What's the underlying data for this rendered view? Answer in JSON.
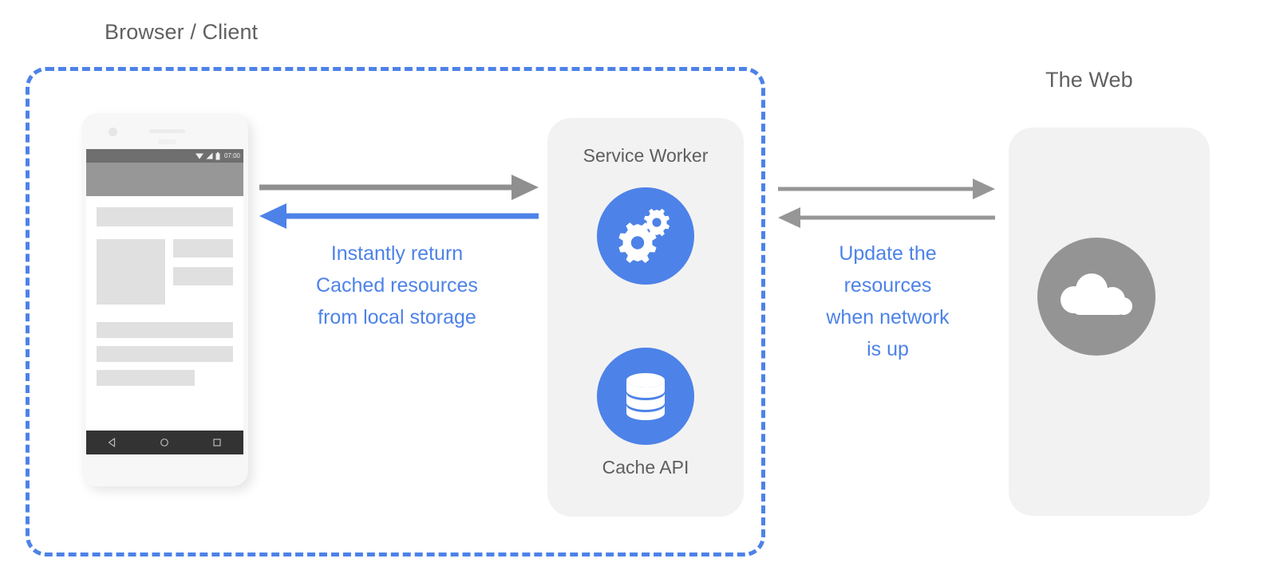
{
  "labels": {
    "browser_client": "Browser / Client",
    "the_web": "The Web"
  },
  "phone": {
    "status_time": "07:00",
    "status_icons": [
      "wifi-icon",
      "signal-icon",
      "battery-icon"
    ],
    "nav_icons": [
      "back-icon",
      "home-icon",
      "recents-icon"
    ]
  },
  "service_worker": {
    "title": "Service Worker",
    "icon": "gears-icon",
    "icon_color": "#4d82e8"
  },
  "cache": {
    "title": "Cache API",
    "icon": "database-icon",
    "icon_color": "#4d82e8"
  },
  "web": {
    "icon": "cloud-icon",
    "icon_color": "#949494"
  },
  "annotations": {
    "left": {
      "line1": "Instantly return",
      "line2": "Cached resources",
      "line3": "from local storage",
      "color": "#4d82e8"
    },
    "right": {
      "line1": "Update the",
      "line2": "resources",
      "line3": "when network",
      "line4": "is up",
      "color": "#4d82e8"
    }
  },
  "arrows": {
    "request": {
      "name": "request-arrow",
      "direction": "right",
      "color": "#8f8f8f"
    },
    "response": {
      "name": "cached-response-arrow",
      "direction": "left",
      "color": "#4d82e8"
    },
    "network_out": {
      "name": "network-request-arrow",
      "direction": "right",
      "color": "#969696"
    },
    "network_in": {
      "name": "network-response-arrow",
      "direction": "left",
      "color": "#969696"
    },
    "sync": {
      "name": "cache-sync-arrow",
      "direction": "both",
      "color": "#4d82e8"
    }
  },
  "colors": {
    "accent_blue": "#4d82e8",
    "card_grey": "#f2f2f2",
    "text_grey": "#616161",
    "arrow_grey": "#8f8f8f"
  }
}
